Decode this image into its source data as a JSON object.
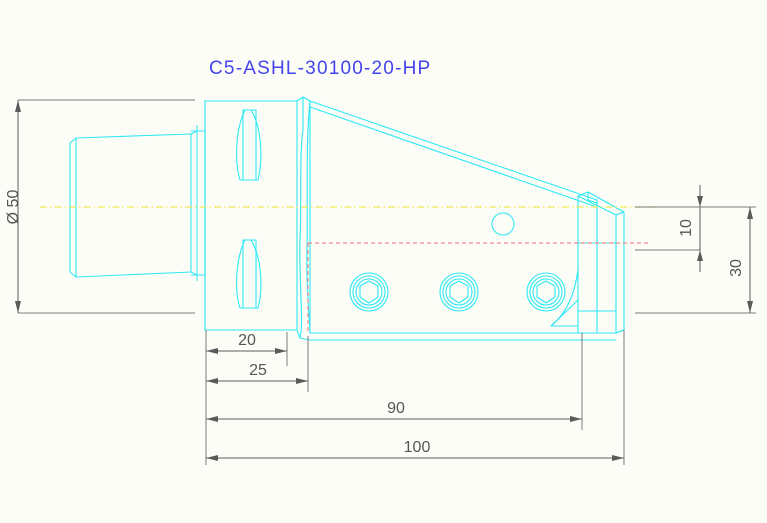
{
  "drawing": {
    "title": "C5-ASHL-30100-20-HP",
    "title_color": "#4444ee",
    "background_color": "#fdfdf8",
    "part_color": "#2ee8f5",
    "centerline_color": "#f2e85a",
    "hiddenline_color": "#f58a8a",
    "dimension_color": "#5a5a5a",
    "view": "side-elevation"
  },
  "dimensions": {
    "diameter_50": "Ø 50",
    "height_30": "30",
    "height_10": "10",
    "length_20": "20",
    "length_25": "25",
    "length_90": "90",
    "length_100": "100"
  },
  "features": {
    "coupling_slot_upper": "coupling-slot-upper",
    "coupling_slot_lower": "coupling-slot-lower",
    "coolant_hole": "coolant-hole",
    "clamp_screw_1": "clamp-screw-1",
    "clamp_screw_2": "clamp-screw-2",
    "clamp_screw_3": "clamp-screw-3"
  }
}
